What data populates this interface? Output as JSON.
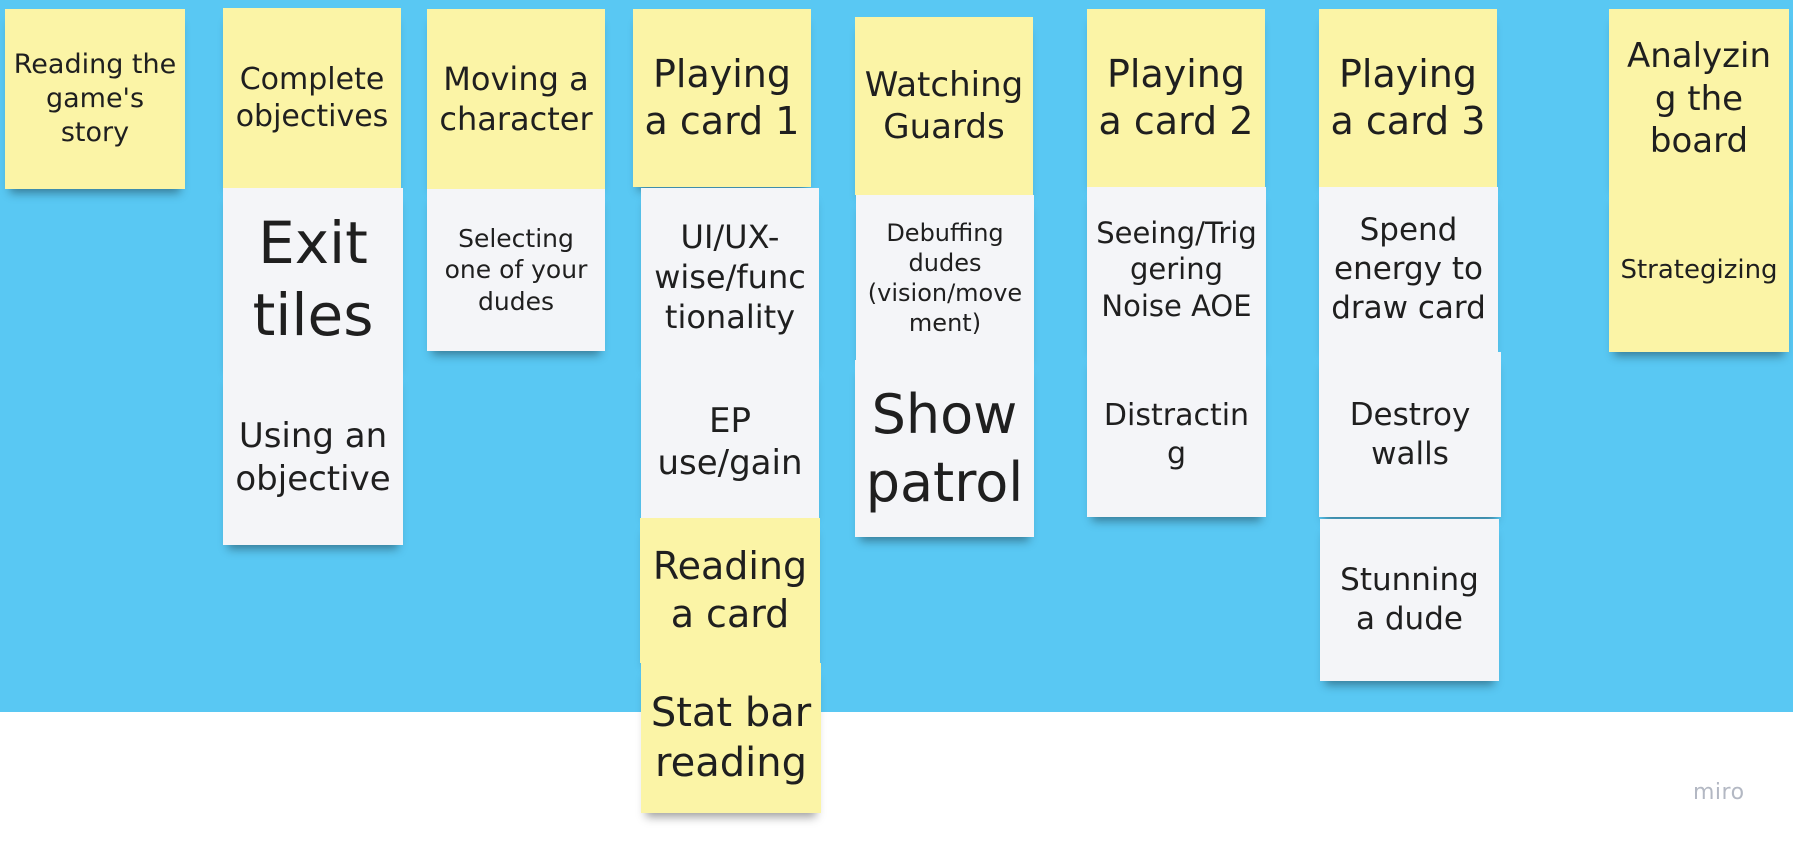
{
  "board": {
    "background_color": "#59c8f3",
    "sticky_colors": {
      "yellow": "#fbf4a6",
      "white": "#f4f5f8"
    },
    "logo": "miro"
  },
  "notes": {
    "reading_story": "Reading the game's story",
    "complete_objectives": "Complete objectives",
    "exit_tiles": "Exit tiles",
    "using_objective": "Using an objective",
    "moving_character": "Moving a character",
    "selecting_dudes": "Selecting one of your dudes",
    "playing_card_1": "Playing a card 1",
    "ui_ux": "UI/UX-wise/functionality",
    "ep_use_gain": "EP use/gain",
    "reading_card": "Reading a card",
    "stat_bar_reading": "Stat bar reading",
    "watching_guards": "Watching Guards",
    "debuffing_dudes": "Debuffing dudes (vision/movement)",
    "show_patrol": "Show patrol",
    "playing_card_2": "Playing a card 2",
    "seeing_triggering_noise": "Seeing/Triggering Noise AOE",
    "distracting": "Distracting",
    "playing_card_3": "Playing a card 3",
    "spend_energy": "Spend energy to draw card",
    "destroy_walls": "Destroy walls",
    "stunning_dude": "Stunning a dude",
    "analyzing_board": "Analyzing the board",
    "strategizing": "Strategizing"
  }
}
